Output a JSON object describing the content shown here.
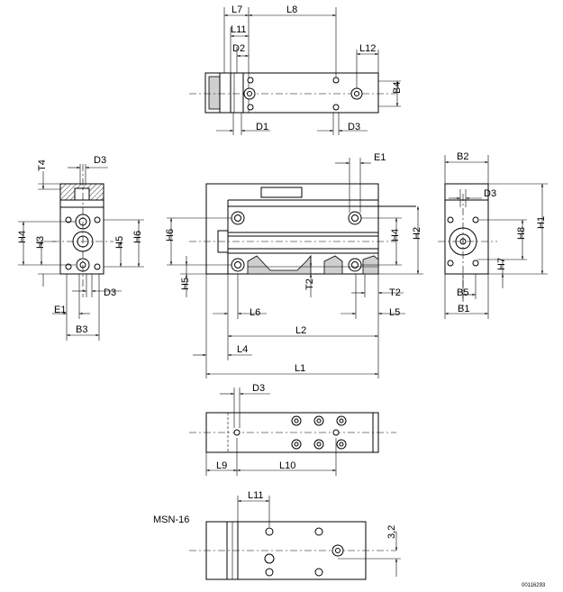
{
  "labels": {
    "L7": "L7",
    "L8": "L8",
    "L11": "L11",
    "D2": "D2",
    "L12": "L12",
    "B4": "B4",
    "D1": "D1",
    "D3": "D3",
    "T4": "T4",
    "E1": "E1",
    "B2": "B2",
    "H4": "H4",
    "H3": "H3",
    "H5": "H5",
    "H6": "H6",
    "B3": "B3",
    "H2": "H2",
    "H8": "H8",
    "H1": "H1",
    "H7": "H7",
    "B5": "B5",
    "B1": "B1",
    "T2": "T2",
    "L6": "L6",
    "L5": "L5",
    "L2": "L2",
    "L4": "L4",
    "L1": "L1",
    "L9": "L9",
    "L10": "L10",
    "v32": "3,2"
  },
  "variant_label": "MSN-16",
  "drawing_id": "00116293"
}
